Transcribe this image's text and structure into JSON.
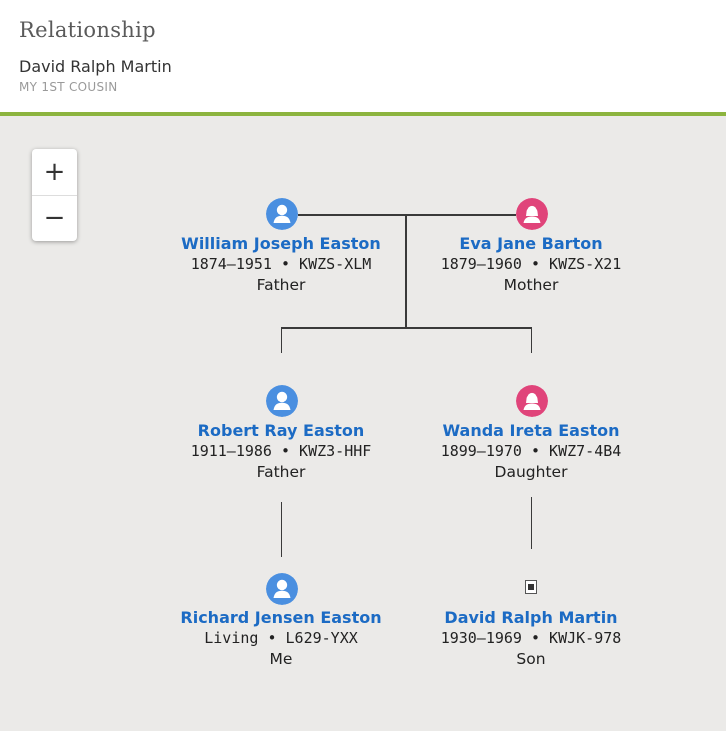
{
  "header": {
    "title": "Relationship",
    "person_name": "David Ralph Martin",
    "relationship": "MY 1ST COUSIN"
  },
  "zoom": {
    "zoom_in_label": "+",
    "zoom_out_label": "−"
  },
  "colors": {
    "accent": "#8cb43e",
    "male": "#4a8fe0",
    "female": "#e0447a",
    "link": "#1c6bc4",
    "canvas": "#ebeae8"
  },
  "people": [
    {
      "id": "william",
      "name": "William Joseph Easton",
      "meta": "1874–1951 • KWZS-XLM",
      "role": "Father",
      "gender": "male"
    },
    {
      "id": "eva",
      "name": "Eva Jane Barton",
      "meta": "1879–1960 • KWZS-X21",
      "role": "Mother",
      "gender": "female"
    },
    {
      "id": "robert",
      "name": "Robert Ray Easton",
      "meta": "1911–1986 • KWZ3-HHF",
      "role": "Father",
      "gender": "male"
    },
    {
      "id": "wanda",
      "name": "Wanda Ireta Easton",
      "meta": "1899–1970 • KWZ7-4B4",
      "role": "Daughter",
      "gender": "female"
    },
    {
      "id": "richard",
      "name": "Richard Jensen Easton",
      "meta": "Living • L629-YXX",
      "role": "Me",
      "gender": "male"
    },
    {
      "id": "david",
      "name": "David Ralph Martin",
      "meta": "1930–1969 • KWJK-978",
      "role": "Son",
      "gender": "unknown"
    }
  ]
}
